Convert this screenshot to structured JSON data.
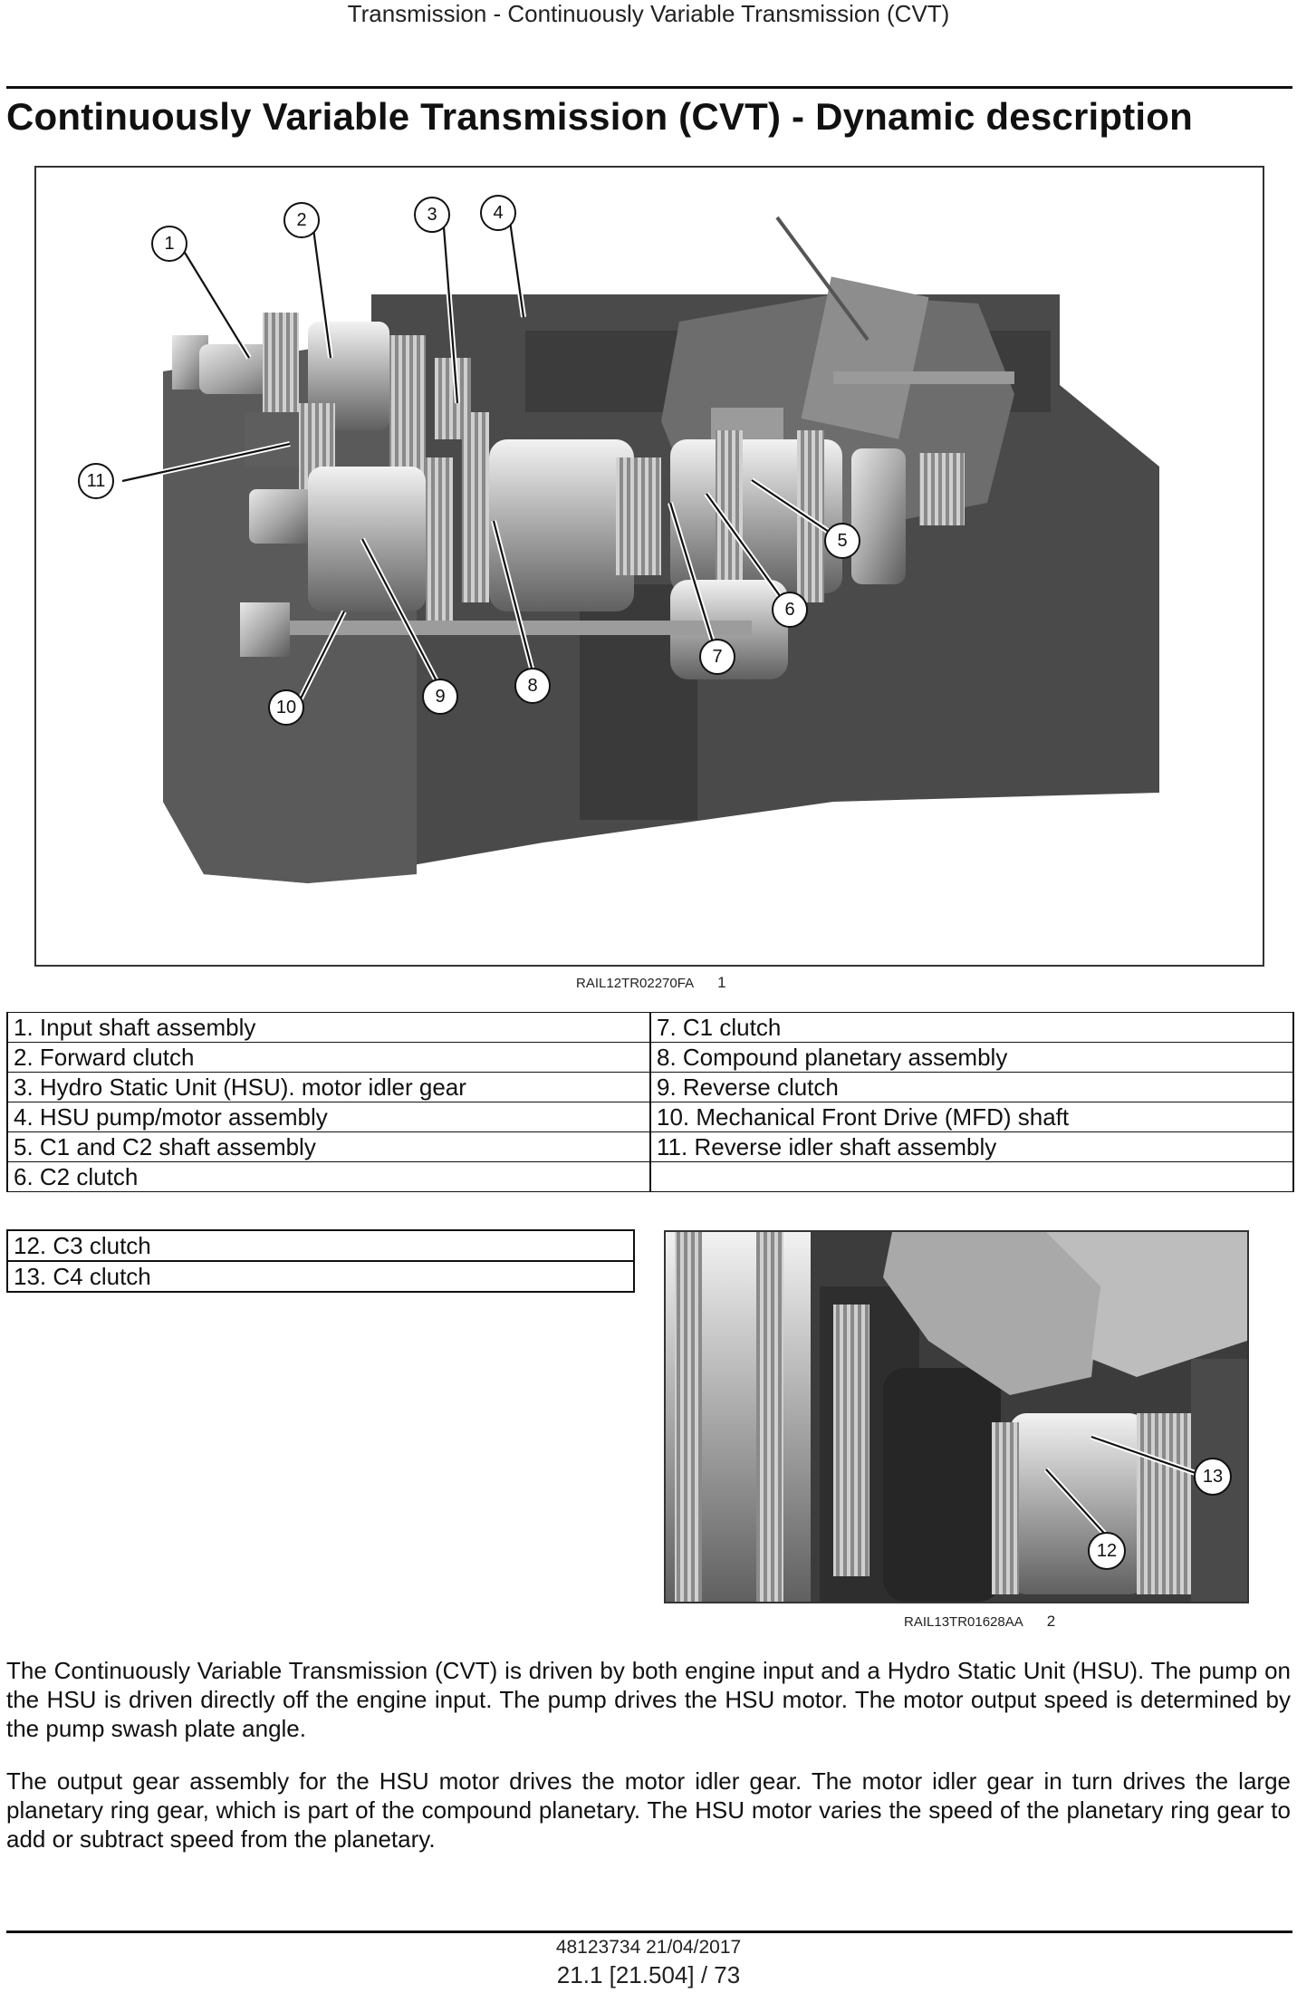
{
  "header": {
    "section_title": "Transmission - Continuously Variable Transmission (CVT)"
  },
  "page_title": "Continuously Variable Transmission (CVT) - Dynamic description",
  "figures": [
    {
      "id": "RAIL12TR02270FA",
      "number": "1",
      "callouts": [
        "1",
        "2",
        "3",
        "4",
        "5",
        "6",
        "7",
        "8",
        "9",
        "10",
        "11"
      ]
    },
    {
      "id": "RAIL13TR01628AA",
      "number": "2",
      "callouts": [
        "12",
        "13"
      ]
    }
  ],
  "legend_main": {
    "left": [
      "1.  Input shaft assembly",
      "2.  Forward clutch",
      "3.  Hydro Static Unit (HSU). motor idler gear",
      "4.  HSU pump/motor assembly",
      "5.  C1 and C2 shaft assembly",
      "6.  C2 clutch"
    ],
    "right": [
      "7.  C1 clutch",
      "8.  Compound planetary assembly",
      "9.  Reverse clutch",
      "10.  Mechanical Front Drive (MFD) shaft",
      "11.  Reverse idler shaft assembly",
      ""
    ]
  },
  "legend_secondary": [
    "12.  C3 clutch",
    "13.  C4 clutch"
  ],
  "paragraphs": [
    "The Continuously Variable Transmission (CVT) is driven by both engine input and a Hydro Static Unit (HSU). The pump on the HSU is driven directly off the engine input. The pump drives the HSU motor. The motor output speed is determined by the pump swash plate angle.",
    "The output gear assembly for the HSU motor drives the motor idler gear. The motor idler gear in turn drives the large planetary ring gear, which is part of the compound planetary. The HSU motor varies the speed of the planetary ring gear to add or subtract speed from the planetary."
  ],
  "footer": {
    "doc_ref": "48123734 21/04/2017",
    "page_ref": "21.1 [21.504] / 73"
  }
}
